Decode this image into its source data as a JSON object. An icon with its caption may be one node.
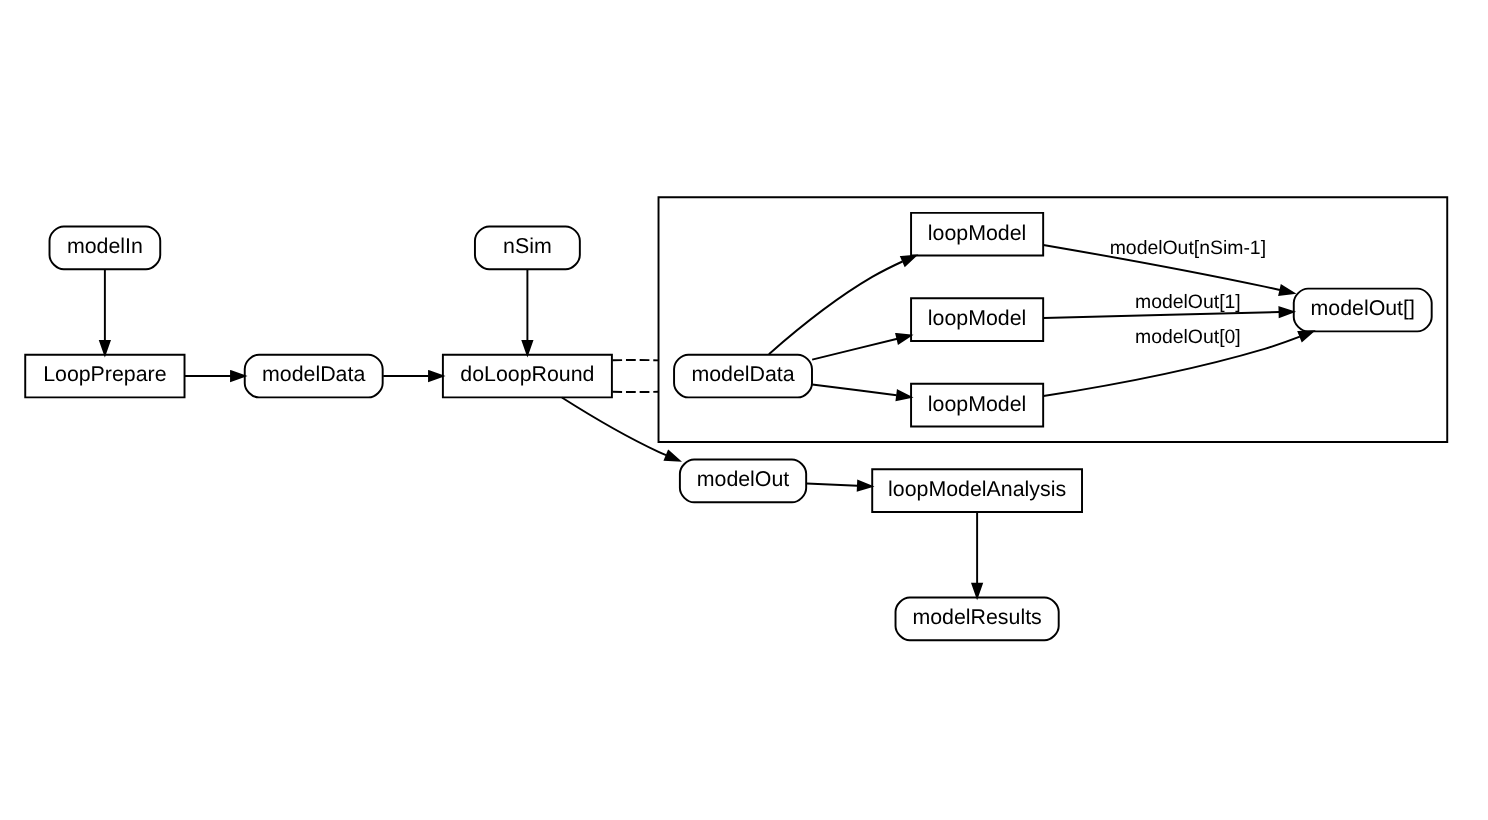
{
  "diagram": {
    "nodes": [
      {
        "text": [
          "modelIn"
        ]
      },
      {
        "text": [
          "nSim"
        ]
      },
      {
        "text": [
          "modelResults"
        ]
      },
      {
        "text": [
          "LoopPrepare"
        ]
      },
      {
        "text": [
          "modelData"
        ]
      },
      {
        "text": [
          "doLoopRound"
        ]
      },
      {
        "text": [
          "modelOut"
        ]
      },
      {
        "text": [
          "loopModelAnalysis"
        ]
      },
      {
        "text": [],
        "shape": "box"
      },
      {
        "text": [
          "modelData"
        ],
        "in": 8
      },
      {
        "text": [
          "loopModel"
        ],
        "in": 8
      },
      {
        "text": [
          "loopModel"
        ],
        "in": 8
      },
      {
        "text": [
          "loopModel"
        ],
        "in": 8
      },
      {
        "text": [
          "modelOut[]"
        ],
        "in": 8
      }
    ],
    "edges": [
      {
        "from": 0,
        "to": 3,
        "arrow": "to"
      },
      {
        "from": 3,
        "to": 4,
        "arrow": "to"
      },
      {
        "from": 4,
        "to": 5,
        "arrow": "to"
      },
      {
        "from": 1,
        "to": 5,
        "arrow": "to"
      },
      {
        "from": 5,
        "to": 6,
        "arrow": "to"
      },
      {
        "from": 6,
        "to": 7,
        "arrow": "to"
      },
      {
        "from": 7,
        "to": 2,
        "arrow": "to"
      },
      {
        "from": 5,
        "to": 8,
        "arrow": "none",
        "style": "dashed"
      },
      {
        "from": 5,
        "to": 8,
        "arrow": "none",
        "style": "dashed"
      },
      {
        "from": 9,
        "to": 10,
        "arrow": "to"
      },
      {
        "from": 9,
        "to": 11,
        "arrow": "to"
      },
      {
        "from": 9,
        "to": 12,
        "arrow": "to"
      },
      {
        "from": 10,
        "to": 13,
        "label": "modelOut[0]",
        "arrow": "to"
      },
      {
        "from": 11,
        "to": 13,
        "label": "modelOut[1]",
        "arrow": "to"
      },
      {
        "from": 12,
        "to": 13,
        "label": "modelOut[nSim-1]",
        "arrow": "to"
      }
    ]
  }
}
